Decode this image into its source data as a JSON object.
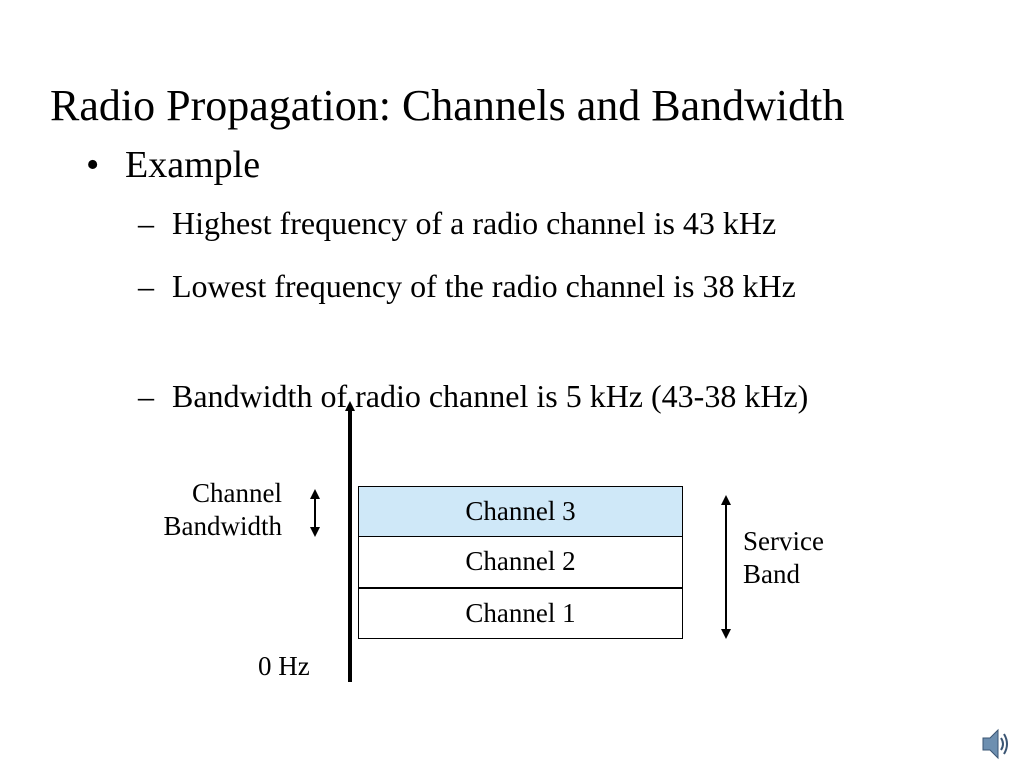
{
  "slide": {
    "title": "Radio Propagation: Channels and Bandwidth",
    "bullet": {
      "marker": "•",
      "text": "Example"
    },
    "sub_bullets": [
      {
        "marker": "–",
        "text": "Highest frequency of a radio channel is 43 kHz"
      },
      {
        "marker": "–",
        "text": "Lowest frequency of the radio channel is 38 kHz"
      },
      {
        "marker": "–",
        "text": "Bandwidth of radio channel is 5 kHz (43-38 kHz)"
      }
    ]
  },
  "diagram": {
    "channel_bandwidth_label_line1": "Channel",
    "channel_bandwidth_label_line2": "Bandwidth",
    "service_band_label_line1": "Service",
    "service_band_label_line2": "Band",
    "zero_label": "0 Hz",
    "channels": [
      "Channel 3",
      "Channel 2",
      "Channel 1"
    ],
    "highlight_color": "#cfe8f8"
  },
  "icons": {
    "speaker": "speaker-icon"
  }
}
